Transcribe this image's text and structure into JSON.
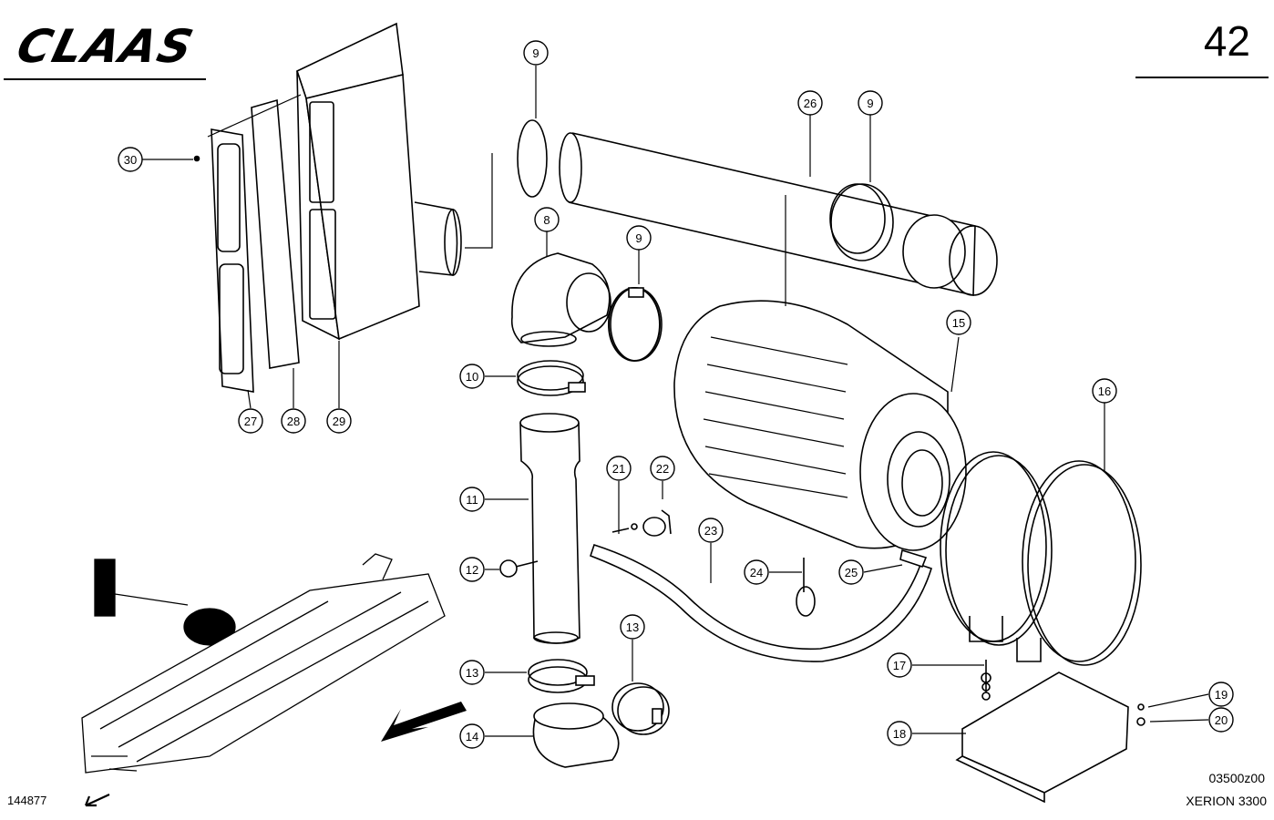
{
  "header": {
    "brand": "CLAAS",
    "page_number": "42"
  },
  "footer": {
    "doc_number": "144877",
    "drawing_code": "03500z00",
    "model": "XERION 3300"
  },
  "callouts": [
    "9",
    "26",
    "9",
    "30",
    "8",
    "9",
    "15",
    "10",
    "27",
    "28",
    "29",
    "16",
    "21",
    "22",
    "11",
    "23",
    "12",
    "24",
    "25",
    "13",
    "13",
    "17",
    "19",
    "14",
    "18",
    "20"
  ]
}
